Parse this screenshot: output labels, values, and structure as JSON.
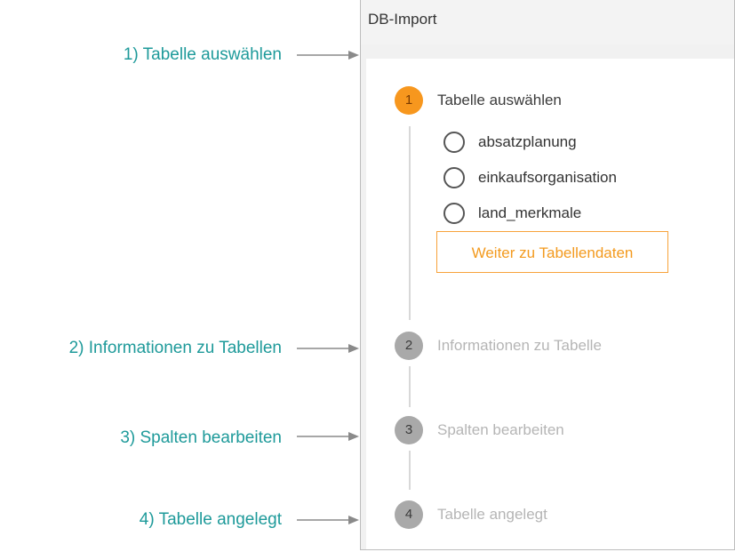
{
  "annotations": [
    {
      "label": "1) Tabelle auswählen"
    },
    {
      "label": "2) Informationen zu Tabellen"
    },
    {
      "label": "3) Spalten bearbeiten"
    },
    {
      "label": "4) Tabelle angelegt"
    }
  ],
  "panel": {
    "title": "DB-Import"
  },
  "steps": [
    {
      "number": "1",
      "label": "Tabelle auswählen",
      "state": "active"
    },
    {
      "number": "2",
      "label": "Informationen zu Tabelle",
      "state": "inactive"
    },
    {
      "number": "3",
      "label": "Spalten bearbeiten",
      "state": "inactive"
    },
    {
      "number": "4",
      "label": "Tabelle angelegt",
      "state": "inactive"
    }
  ],
  "options": [
    {
      "label": "absatzplanung"
    },
    {
      "label": "einkaufsorganisation"
    },
    {
      "label": "land_merkmale"
    }
  ],
  "next_button": {
    "label": "Weiter zu Tabellendaten"
  },
  "colors": {
    "annotation": "#1e9a9a",
    "accent": "#f7971e",
    "inactive_step": "#a9a9a9"
  }
}
